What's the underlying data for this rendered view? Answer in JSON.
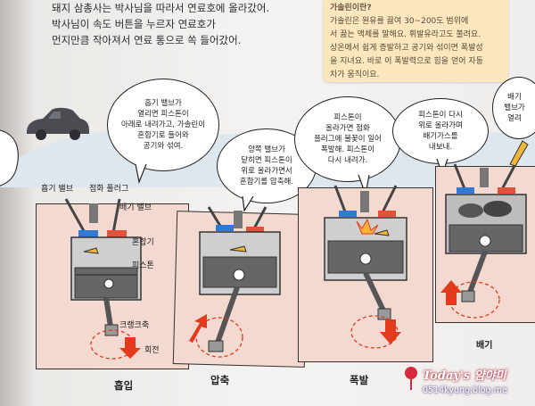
{
  "story": {
    "lines": [
      "돼지 삼총사는 박사님을 따라서 연료호에 올라갔어.",
      "박사님이 속도 버튼을 누르자 연료호가",
      "먼지만큼 작아져서 연료 통으로 쏙 들어갔어."
    ]
  },
  "note": {
    "title": "가솔린이란?",
    "lines": [
      "가솔린은 원유를 끓여 30~200도 범위에",
      "서 끓는 액체를 말해요. 휘발유라고도 불려요.",
      "상온에서 쉽게 증발하고 공기와 섞이면 폭발성",
      "을 지녀요. 바로 이 폭발력으로 힘을 얻어 자동",
      "차가 움직이요."
    ]
  },
  "bubbles": {
    "b1": "흡기 밸브가\n열리면 피스톤이\n아래로 내려가고, 가솔린이\n혼합기로 들어와\n공기와 섞여.",
    "b2": "양쪽 밸브가\n닫히면 피스톤이\n위로 올라가면서\n혼합기를 압축해.",
    "b3": "피스톤이\n올라가면 점화\n플러그에 불꽃이 일어\n폭발해. 피스톤이\n다시 내려가.",
    "b4": "피스톤이 다시\n위로 올라가며\n배기가스를\n내보내.",
    "b5": "배기\n밸브가\n열려"
  },
  "labels": {
    "intake_valve": "흡기 밸브",
    "spark_plug": "점화 플러그",
    "exhaust_valve": "배기 밸브",
    "mixture": "혼합기",
    "piston": "피스톤",
    "crankshaft": "크랭크축",
    "rotation": "회전"
  },
  "stages": {
    "s1": "흡입",
    "s2": "압축",
    "s3": "폭발",
    "s4": "배기"
  },
  "watermark": {
    "title": "Today's 얌야미",
    "url": "0514kyung.blog.me"
  },
  "colors": {
    "arrow_red": "#e23a1c",
    "note_bg": "#fbe6bd",
    "valve_blue": "#2f7ad6",
    "valve_red": "#e0533a",
    "panel_pink": "#f3d9cf"
  }
}
